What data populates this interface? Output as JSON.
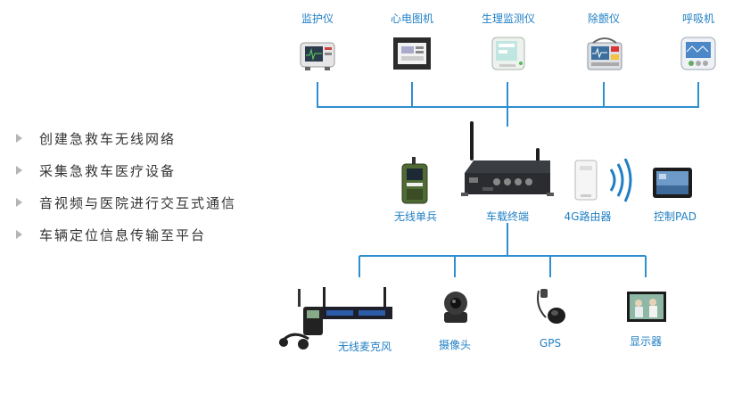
{
  "bullets": [
    "创建急救车无线网络",
    "采集急救车医疗设备",
    "音视频与医院进行交互式通信",
    "车辆定位信息传输至平台"
  ],
  "top_devices": [
    "监护仪",
    "心电图机",
    "生理监测仪",
    "除颤仪",
    "呼吸机"
  ],
  "middle": {
    "radio": "无线单兵",
    "terminal": "车载终端",
    "router": "4G路由器",
    "pad": "控制PAD"
  },
  "bottom_devices": [
    "无线麦克风",
    "摄像头",
    "GPS",
    "显示器"
  ],
  "colors": {
    "line": "#2e8fd0",
    "label": "#1f7fc4"
  }
}
